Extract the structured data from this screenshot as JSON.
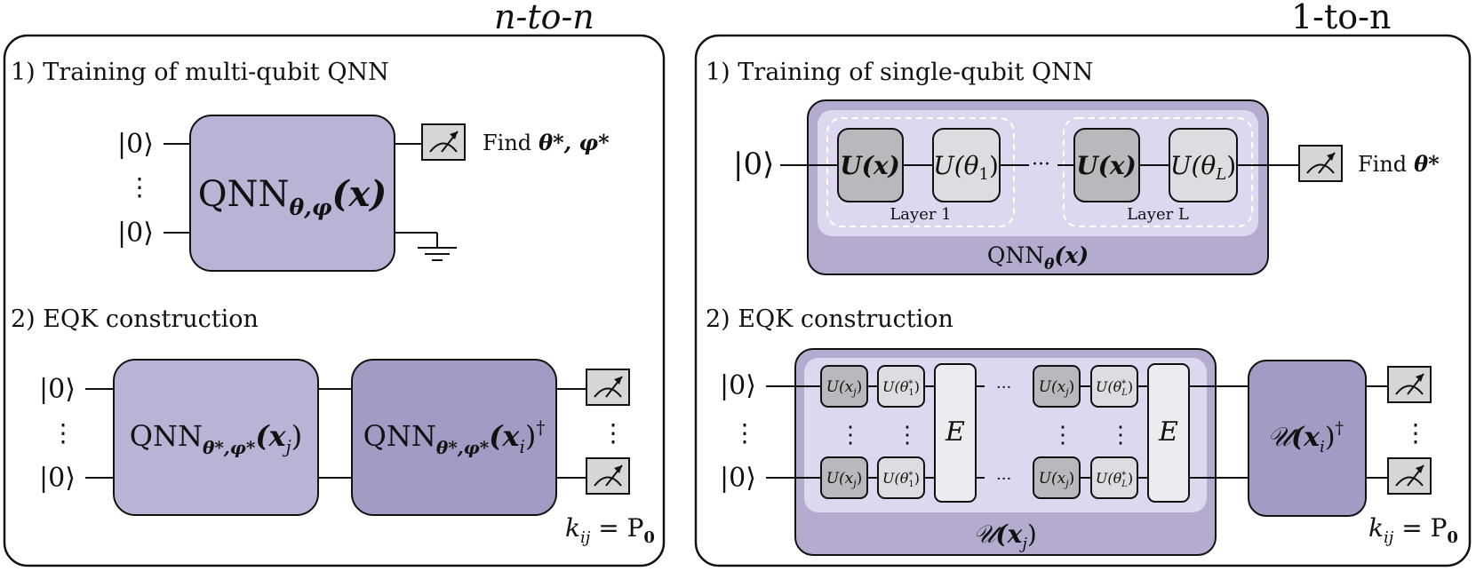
{
  "colors": {
    "qnn_light": "#bbb3d6",
    "qnn_dark": "#a39bc4",
    "qnn_mid": "#b4abcf",
    "inner_light": "#ddd7ef",
    "inner_lighter": "#ebe7f6",
    "gate_dark": "#b8b8bd",
    "gate_light": "#dcdce1",
    "entangler": "#ececf0",
    "meter": "#d6d6d6"
  },
  "left": {
    "header": "n-to-n",
    "step1": "1) Training of multi-qubit QNN",
    "step2": "2) EQK construction",
    "ket": "|0⟩",
    "vdots": "⋮",
    "qnn_base": "QNN",
    "qnn_sub": "θ,φ",
    "qnn_arg": "(x)",
    "find_text": "Find",
    "find_params": "θ*, φ*",
    "block_a_base": "QNN",
    "block_a_sub": "θ*,φ*",
    "block_a_arg_pre": "(x",
    "block_a_arg_sub": "j",
    "block_a_arg_post": ")",
    "block_b_base": "QNN",
    "block_b_sub": "θ*,φ*",
    "block_b_arg_pre": "(x",
    "block_b_arg_sub": "i",
    "block_b_arg_post": ")",
    "dagger": "†",
    "kernel_pre": "k",
    "kernel_sub": "ij",
    "kernel_eq": " = P",
    "kernel_p_sub": "0"
  },
  "right": {
    "header": "1-to-n",
    "step1": "1) Training of single-qubit QNN",
    "step2": "2) EQK construction",
    "ket": "|0⟩",
    "vdots": "⋮",
    "hdots": "···",
    "gate_ux": "U(x)",
    "gate_ut1_pre": "U(θ",
    "gate_ut1_sub": "1",
    "gate_utl_sub": "L",
    "gate_close": ")",
    "layer1": "Layer 1",
    "layerL": "Layer L",
    "qnn_base": "QNN",
    "qnn_sub": "θ",
    "qnn_arg": "(x)",
    "find_text": "Find",
    "find_params": "θ*",
    "small_ux_pre": "U(x",
    "small_ux_sub": "j",
    "small_ut_pre": "U(θ",
    "small_ut_sub1": "1",
    "small_ut_subL": "L",
    "star": "*",
    "entangler": "E",
    "calU": "𝒰",
    "calU_arg_j_pre": "(x",
    "calU_arg_j_sub": "j",
    "calU_arg_i_sub": "i",
    "close": ")",
    "dagger": "†",
    "kernel_pre": "k",
    "kernel_sub": "ij",
    "kernel_eq": " = P",
    "kernel_p_sub": "0"
  }
}
